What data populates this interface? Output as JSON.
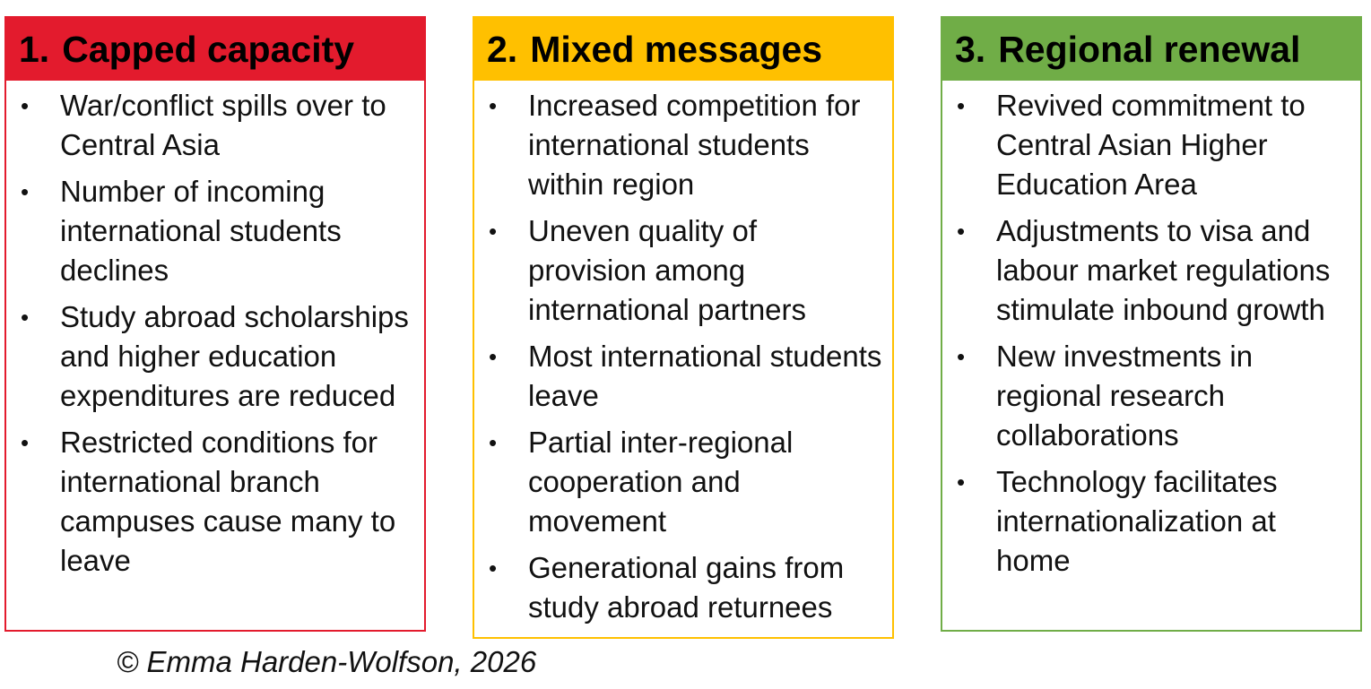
{
  "columns": [
    {
      "number": "1.",
      "title": "Capped capacity",
      "color": "#e31b2d",
      "items": [
        "War/conflict spills over to Central Asia",
        "Number of incoming international students declines",
        "Study abroad scholarships and higher education expenditures are reduced",
        "Restricted conditions for international branch campuses cause many to leave"
      ]
    },
    {
      "number": "2.",
      "title": "Mixed messages",
      "color": "#ffc000",
      "items": [
        "Increased competition for international students within region",
        "Uneven quality of provision among international partners",
        "Most international students leave",
        "Partial inter-regional cooperation and movement",
        "Generational gains from study abroad returnees"
      ]
    },
    {
      "number": "3.",
      "title": "Regional renewal",
      "color": "#70ad47",
      "items": [
        "Revived commitment to Central Asian Higher Education Area",
        "Adjustments to visa and labour market regulations stimulate inbound growth",
        "New investments in regional research collaborations",
        "Technology facilitates internationalization at home"
      ]
    }
  ],
  "credit": "© Emma Harden-Wolfson, 2026"
}
